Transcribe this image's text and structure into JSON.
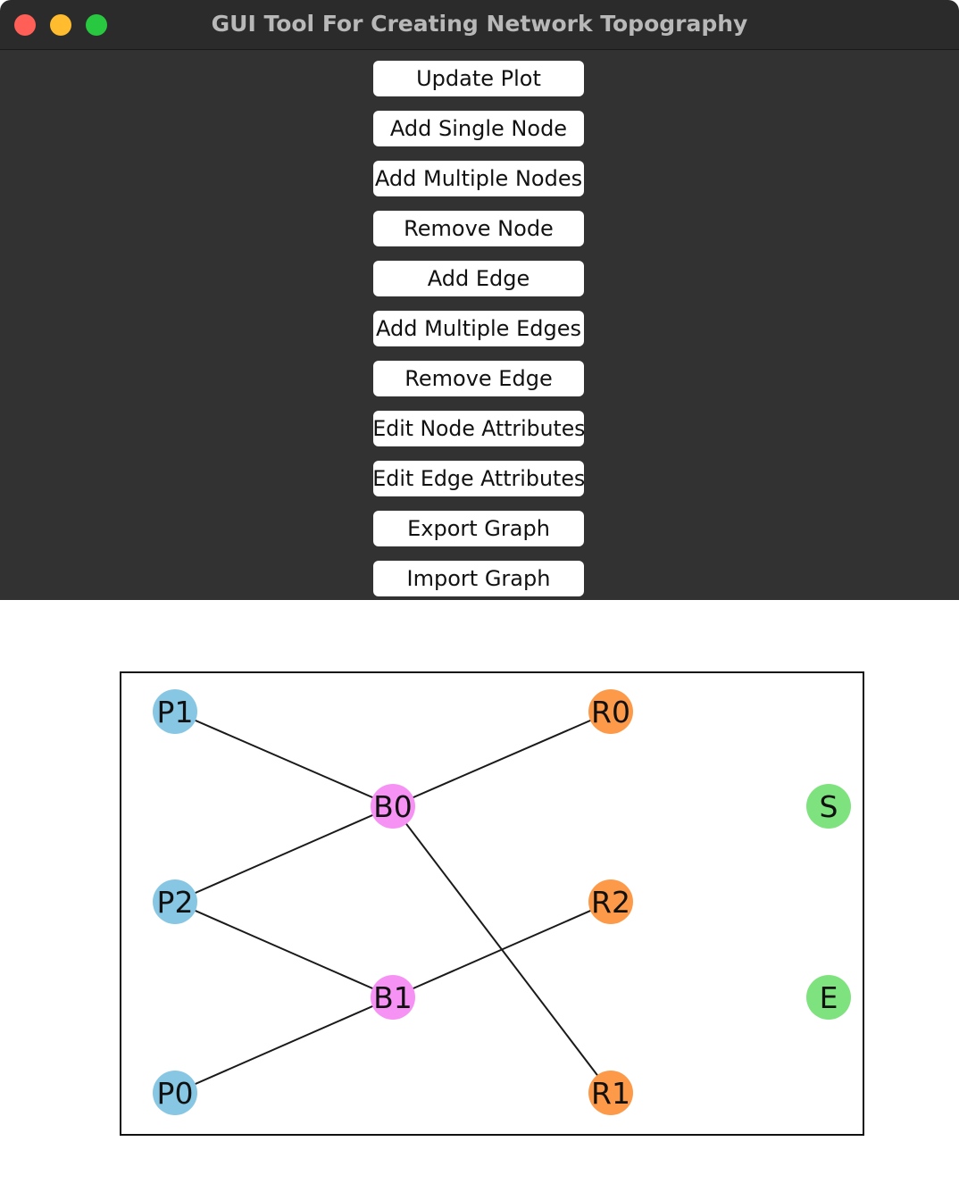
{
  "window": {
    "title": "GUI Tool For Creating Network Topography"
  },
  "buttons": [
    {
      "name": "update-plot-button",
      "label": "Update Plot"
    },
    {
      "name": "add-single-node-button",
      "label": "Add Single Node"
    },
    {
      "name": "add-multiple-nodes-button",
      "label": "Add Multiple Nodes"
    },
    {
      "name": "remove-node-button",
      "label": "Remove Node"
    },
    {
      "name": "add-edge-button",
      "label": "Add Edge"
    },
    {
      "name": "add-multiple-edges-button",
      "label": "Add Multiple Edges"
    },
    {
      "name": "remove-edge-button",
      "label": "Remove Edge"
    },
    {
      "name": "edit-node-attributes-button",
      "label": "Edit Node Attributes"
    },
    {
      "name": "edit-edge-attributes-button",
      "label": "Edit Edge Attributes"
    },
    {
      "name": "export-graph-button",
      "label": "Export Graph"
    },
    {
      "name": "import-graph-button",
      "label": "Import Graph"
    }
  ],
  "colors": {
    "titlebar": "#2b2b2b",
    "panel": "#323232",
    "node_p": "#87c7e3",
    "node_b": "#f792f5",
    "node_r": "#fd9a4a",
    "node_s": "#7ee37e",
    "edge": "#1a1a1a"
  },
  "graph": {
    "nodes": [
      {
        "id": "P1",
        "group": "p",
        "col": 0,
        "row": 0
      },
      {
        "id": "P2",
        "group": "p",
        "col": 0,
        "row": 2
      },
      {
        "id": "P0",
        "group": "p",
        "col": 0,
        "row": 4
      },
      {
        "id": "B0",
        "group": "b",
        "col": 1,
        "row": 1
      },
      {
        "id": "B1",
        "group": "b",
        "col": 1,
        "row": 3
      },
      {
        "id": "R0",
        "group": "r",
        "col": 2,
        "row": 0
      },
      {
        "id": "R2",
        "group": "r",
        "col": 2,
        "row": 2
      },
      {
        "id": "R1",
        "group": "r",
        "col": 2,
        "row": 4
      },
      {
        "id": "S",
        "group": "s",
        "col": 3,
        "row": 1
      },
      {
        "id": "E",
        "group": "s",
        "col": 3,
        "row": 3
      }
    ],
    "edges": [
      [
        "P1",
        "B0"
      ],
      [
        "B0",
        "R0"
      ],
      [
        "P2",
        "B0"
      ],
      [
        "B0",
        "R1"
      ],
      [
        "P2",
        "B1"
      ],
      [
        "B1",
        "R2"
      ],
      [
        "P0",
        "B1"
      ]
    ]
  }
}
